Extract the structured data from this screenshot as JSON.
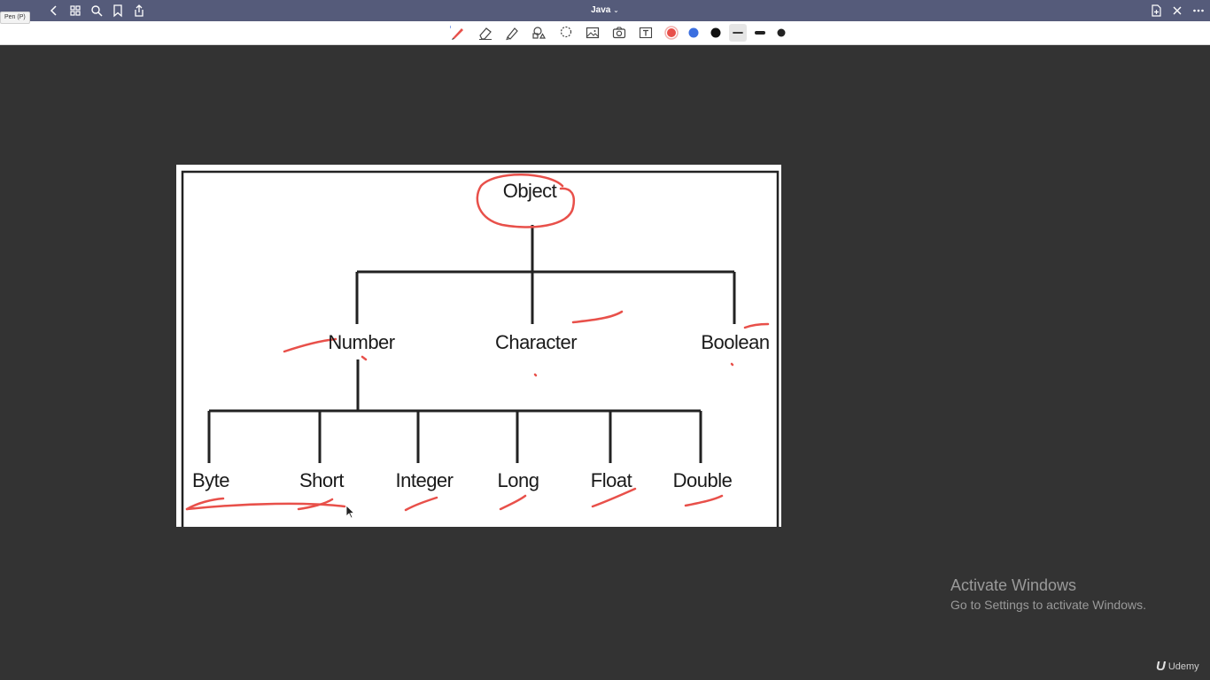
{
  "titlebar": {
    "document_title": "Java",
    "title_chevron": "⌄",
    "tooltip": "Pen (P)",
    "left_icons": [
      "back-icon",
      "grid-icon",
      "search-icon",
      "bookmark-icon",
      "share-icon"
    ],
    "right_icons": [
      "add-page-icon",
      "close-icon",
      "more-icon"
    ]
  },
  "toolbar": {
    "tools": [
      "pen",
      "eraser",
      "highlighter",
      "shapes",
      "lasso",
      "image",
      "camera",
      "text"
    ],
    "selected_tool": "pen",
    "colors": [
      "#e8504a",
      "#3b6fe0",
      "#111111"
    ],
    "selected_color": "#e8504a",
    "stroke_widths": [
      "thin",
      "medium",
      "thick"
    ],
    "selected_width": "thin"
  },
  "slide": {
    "root": "Object",
    "level1": [
      "Number",
      "Character",
      "Boolean"
    ],
    "level2": [
      "Byte",
      "Short",
      "Integer",
      "Long",
      "Float",
      "Double"
    ],
    "annotation_color": "#e8504a"
  },
  "watermark": {
    "line1": "Activate Windows",
    "line2": "Go to Settings to activate Windows."
  },
  "brand": {
    "mark": "U",
    "name": "Udemy"
  }
}
